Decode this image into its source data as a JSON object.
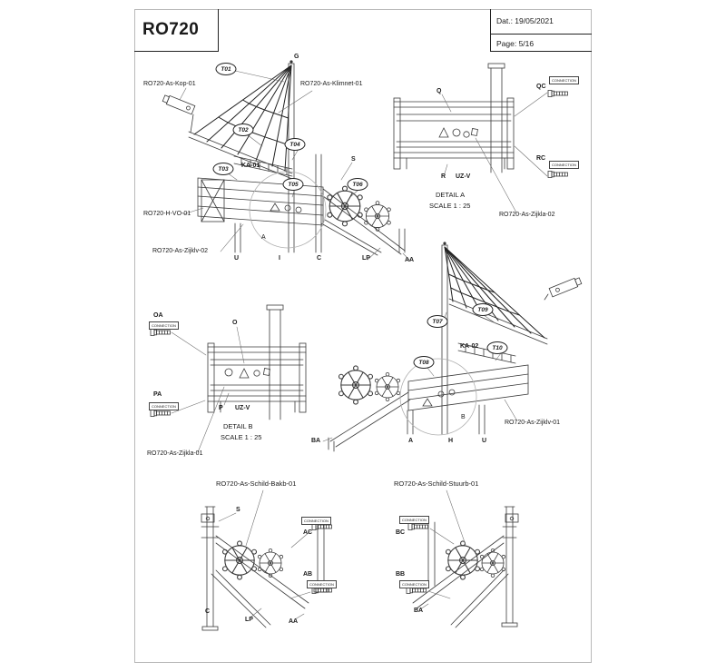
{
  "title_block": {
    "code": "RO720",
    "date": "Dat.: 19/05/2021",
    "page": "Page: 5/16"
  },
  "connection_label": "CONNECTION",
  "view_a": {
    "part_labels": {
      "kop": "RO720-As-Kop-01",
      "klimnet": "RO720-As-Klimnet-01",
      "hvo": "RO720-H-VO-01",
      "zijklv": "RO720-As-Zijklv-02"
    },
    "callouts": {
      "t01": "T01",
      "t02": "T02",
      "t03": "T03",
      "t04": "T04",
      "t05": "T05",
      "t06": "T06"
    },
    "refs": {
      "g": "G",
      "s": "S",
      "ka": "KA-01",
      "detail_mark": "A",
      "u": "U",
      "i": "I",
      "c": "C",
      "lp": "LP",
      "aa": "AA"
    }
  },
  "detail_a": {
    "title": "DETAIL A",
    "scale": "SCALE 1 : 25",
    "part": "RO720-As-Zijkla-02",
    "refs": {
      "q": "Q",
      "qc": "QC",
      "rc": "RC",
      "r": "R",
      "uzv": "UZ-V"
    }
  },
  "detail_b": {
    "title": "DETAIL B",
    "scale": "SCALE 1 : 25",
    "part": "RO720-As-Zijkla-01",
    "refs": {
      "oa": "OA",
      "o": "O",
      "pa": "PA",
      "p": "P",
      "uzv": "UZ-V"
    }
  },
  "view_b": {
    "part_labels": {
      "zijklv": "RO720-As-Zijklv-01"
    },
    "callouts": {
      "t07": "T07",
      "t08": "T08",
      "t09": "T09",
      "t10": "T10"
    },
    "refs": {
      "ka": "KA-02",
      "detail_mark": "B",
      "ba": "BA",
      "a": "A",
      "h": "H",
      "u": "U"
    }
  },
  "view_c": {
    "title": "RO720-As-Schild-Bakb-01",
    "refs": {
      "s": "S",
      "ac": "AC",
      "ab": "AB",
      "c": "C",
      "lp": "LP",
      "aa": "AA"
    }
  },
  "view_d": {
    "title": "RO720-As-Schild-Stuurb-01",
    "refs": {
      "bc": "BC",
      "bb": "BB",
      "ba": "BA"
    }
  },
  "colors": {
    "line": "#3b3b3b",
    "light_line": "#b0b0b0",
    "frame": "#b8b8b8",
    "background": "#ffffff"
  }
}
